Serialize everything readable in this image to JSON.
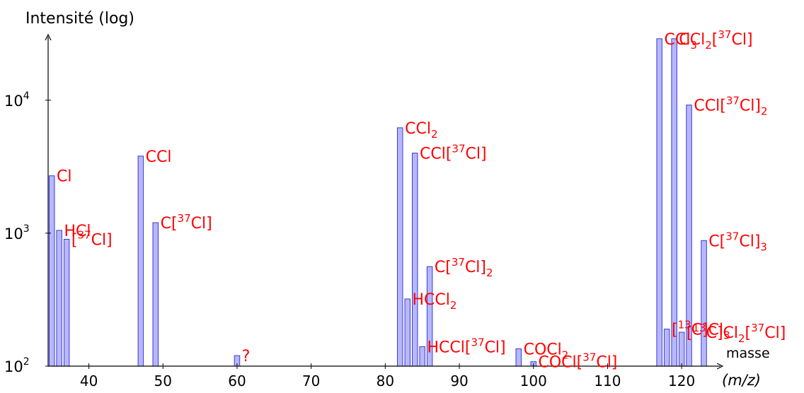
{
  "chart_data": {
    "type": "bar",
    "ylabel": "Intensité (log)",
    "xlabel": "masse",
    "xlabel_unit": "(m/z)",
    "yscale": "log",
    "xlim": [
      34.5,
      124
    ],
    "ylim": [
      100,
      30000
    ],
    "x_ticks": [
      40,
      50,
      60,
      70,
      80,
      90,
      100,
      110,
      120
    ],
    "y_ticks": [
      {
        "value": 100,
        "base": "10",
        "exp": "2"
      },
      {
        "value": 1000,
        "base": "10",
        "exp": "3"
      },
      {
        "value": 10000,
        "base": "10",
        "exp": "4"
      }
    ],
    "colors": {
      "bar_fill": "#b7b7ff",
      "bar_stroke": "#3b3bcf",
      "label": "#ff0000",
      "axis": "#000000"
    },
    "bars": [
      {
        "x": 35,
        "y": 2700
      },
      {
        "x": 36,
        "y": 1050
      },
      {
        "x": 37,
        "y": 900
      },
      {
        "x": 47,
        "y": 3800
      },
      {
        "x": 49,
        "y": 1200
      },
      {
        "x": 60,
        "y": 120
      },
      {
        "x": 82,
        "y": 6200
      },
      {
        "x": 83,
        "y": 320
      },
      {
        "x": 84,
        "y": 4000
      },
      {
        "x": 85,
        "y": 140
      },
      {
        "x": 86,
        "y": 560
      },
      {
        "x": 98,
        "y": 135
      },
      {
        "x": 100,
        "y": 108
      },
      {
        "x": 117,
        "y": 29000
      },
      {
        "x": 118,
        "y": 190
      },
      {
        "x": 119,
        "y": 29000
      },
      {
        "x": 120,
        "y": 180
      },
      {
        "x": 121,
        "y": 9200
      },
      {
        "x": 123,
        "y": 880
      }
    ],
    "annotations": [
      {
        "x": 35,
        "y": 2700,
        "parts": [
          [
            "Cl",
            ""
          ]
        ]
      },
      {
        "x": 36,
        "y": 1050,
        "parts": [
          [
            "HCl",
            ""
          ]
        ]
      },
      {
        "x": 37,
        "y": 900,
        "parts": [
          [
            "[",
            ""
          ],
          [
            "37",
            "sup"
          ],
          [
            "Cl]",
            ""
          ]
        ]
      },
      {
        "x": 47,
        "y": 3800,
        "parts": [
          [
            "CCl",
            ""
          ]
        ]
      },
      {
        "x": 49,
        "y": 1200,
        "parts": [
          [
            "C[",
            ""
          ],
          [
            "37",
            "sup"
          ],
          [
            "Cl]",
            ""
          ]
        ]
      },
      {
        "x": 60,
        "y": 120,
        "parts": [
          [
            "?",
            ""
          ]
        ]
      },
      {
        "x": 82,
        "y": 6200,
        "parts": [
          [
            "CCl",
            ""
          ],
          [
            "2",
            "sub"
          ]
        ]
      },
      {
        "x": 84,
        "y": 4000,
        "parts": [
          [
            "CCl[",
            ""
          ],
          [
            "37",
            "sup"
          ],
          [
            "Cl]",
            ""
          ]
        ]
      },
      {
        "x": 86,
        "y": 560,
        "parts": [
          [
            "C[",
            ""
          ],
          [
            "37",
            "sup"
          ],
          [
            "Cl]",
            ""
          ],
          [
            "2",
            "sub"
          ]
        ]
      },
      {
        "x": 83,
        "y": 320,
        "parts": [
          [
            "HCCl",
            ""
          ],
          [
            "2",
            "sub"
          ]
        ]
      },
      {
        "x": 85,
        "y": 140,
        "parts": [
          [
            "HCCl[",
            ""
          ],
          [
            "37",
            "sup"
          ],
          [
            "Cl]",
            ""
          ]
        ]
      },
      {
        "x": 98,
        "y": 135,
        "parts": [
          [
            "COCl",
            ""
          ],
          [
            "2",
            "sub"
          ]
        ]
      },
      {
        "x": 100,
        "y": 108,
        "parts": [
          [
            "COCl[",
            ""
          ],
          [
            "37",
            "sup"
          ],
          [
            "Cl]",
            ""
          ]
        ]
      },
      {
        "x": 117,
        "y": 29000,
        "parts": [
          [
            "CCl",
            ""
          ],
          [
            "3",
            "sub"
          ]
        ]
      },
      {
        "x": 119,
        "y": 29000,
        "parts": [
          [
            "CCl",
            ""
          ],
          [
            "2",
            "sub"
          ],
          [
            "[",
            ""
          ],
          [
            "37",
            "sup"
          ],
          [
            "Cl]",
            ""
          ]
        ]
      },
      {
        "x": 121,
        "y": 9200,
        "parts": [
          [
            "CCl[",
            ""
          ],
          [
            "37",
            "sup"
          ],
          [
            "Cl]",
            ""
          ],
          [
            "2",
            "sub"
          ]
        ]
      },
      {
        "x": 123,
        "y": 880,
        "parts": [
          [
            "C[",
            ""
          ],
          [
            "37",
            "sup"
          ],
          [
            "Cl]",
            ""
          ],
          [
            "3",
            "sub"
          ]
        ]
      },
      {
        "x": 118,
        "y": 190,
        "parts": [
          [
            "[",
            ""
          ],
          [
            "13",
            "sup"
          ],
          [
            "C]Cl",
            ""
          ],
          [
            "3",
            "sub"
          ]
        ]
      },
      {
        "x": 120,
        "y": 180,
        "parts": [
          [
            "[",
            ""
          ],
          [
            "13",
            "sup"
          ],
          [
            "C]Cl",
            ""
          ],
          [
            "2",
            "sub"
          ],
          [
            "[",
            ""
          ],
          [
            "37",
            "sup"
          ],
          [
            "Cl]",
            ""
          ]
        ]
      }
    ]
  }
}
